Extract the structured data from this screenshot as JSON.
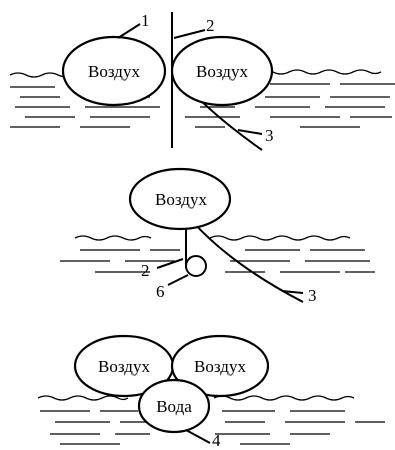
{
  "labels": {
    "air": "Воздух",
    "water": "Вода"
  },
  "numbers": {
    "n1": "1",
    "n2": "2",
    "n3": "3",
    "n4": "4",
    "n6": "6"
  }
}
